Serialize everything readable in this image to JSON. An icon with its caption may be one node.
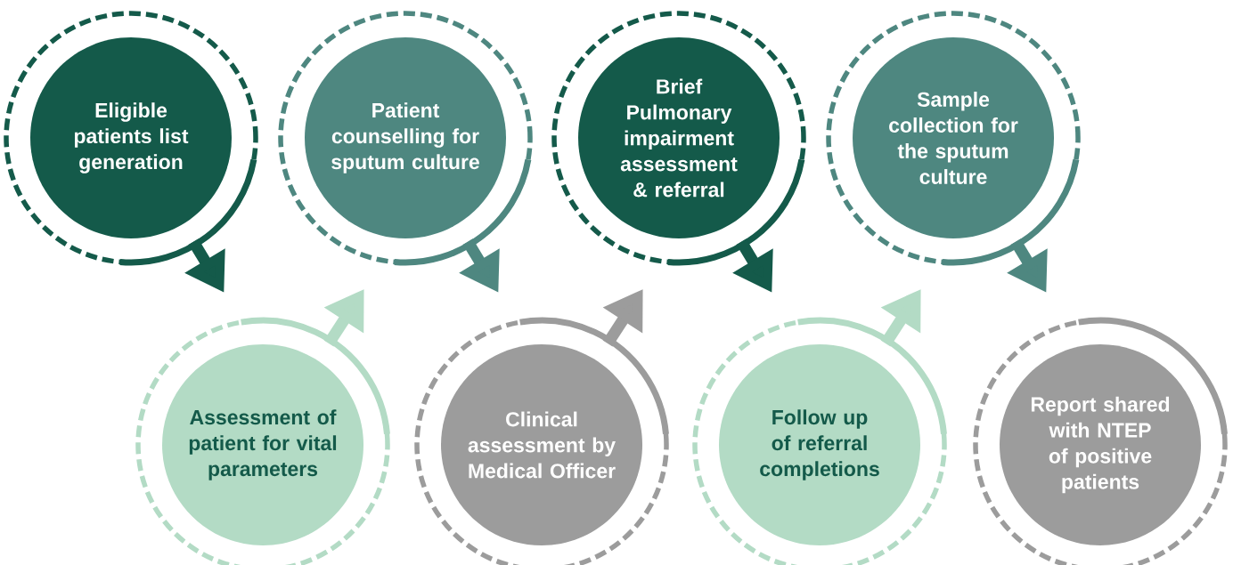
{
  "diagram": {
    "nodes": [
      {
        "text": [
          "Eligible patients list generation"
        ]
      },
      {
        "text": [
          "Assessment of patient for vital parameters"
        ]
      },
      {
        "text": [
          "Patient counselling for sputum culture"
        ]
      },
      {
        "text": [
          "Clinical assessment by Medical Officer"
        ]
      },
      {
        "text": [
          "Brief Pulmonary impairment assessment & referral"
        ]
      },
      {
        "text": [
          "Follow up of referral completions"
        ]
      },
      {
        "text": [
          "Sample collection for the sputum culture"
        ]
      },
      {
        "text": [
          "Report shared with NTEP of positive patients"
        ]
      }
    ],
    "edges": [
      {
        "from": 0,
        "to": null,
        "arrow": "to",
        "color": "#145a4a"
      },
      {
        "from": 1,
        "to": null,
        "arrow": "to",
        "color": "#b3dbc5"
      },
      {
        "from": 2,
        "to": null,
        "arrow": "to",
        "color": "#4e8780"
      },
      {
        "from": 3,
        "to": null,
        "arrow": "to",
        "color": "#9c9c9c"
      },
      {
        "from": 4,
        "to": null,
        "arrow": "to",
        "color": "#145a4a"
      },
      {
        "from": 5,
        "to": null,
        "arrow": "to",
        "color": "#b3dbc5"
      },
      {
        "from": 6,
        "to": null,
        "arrow": "to",
        "color": "#4e8780"
      }
    ]
  }
}
